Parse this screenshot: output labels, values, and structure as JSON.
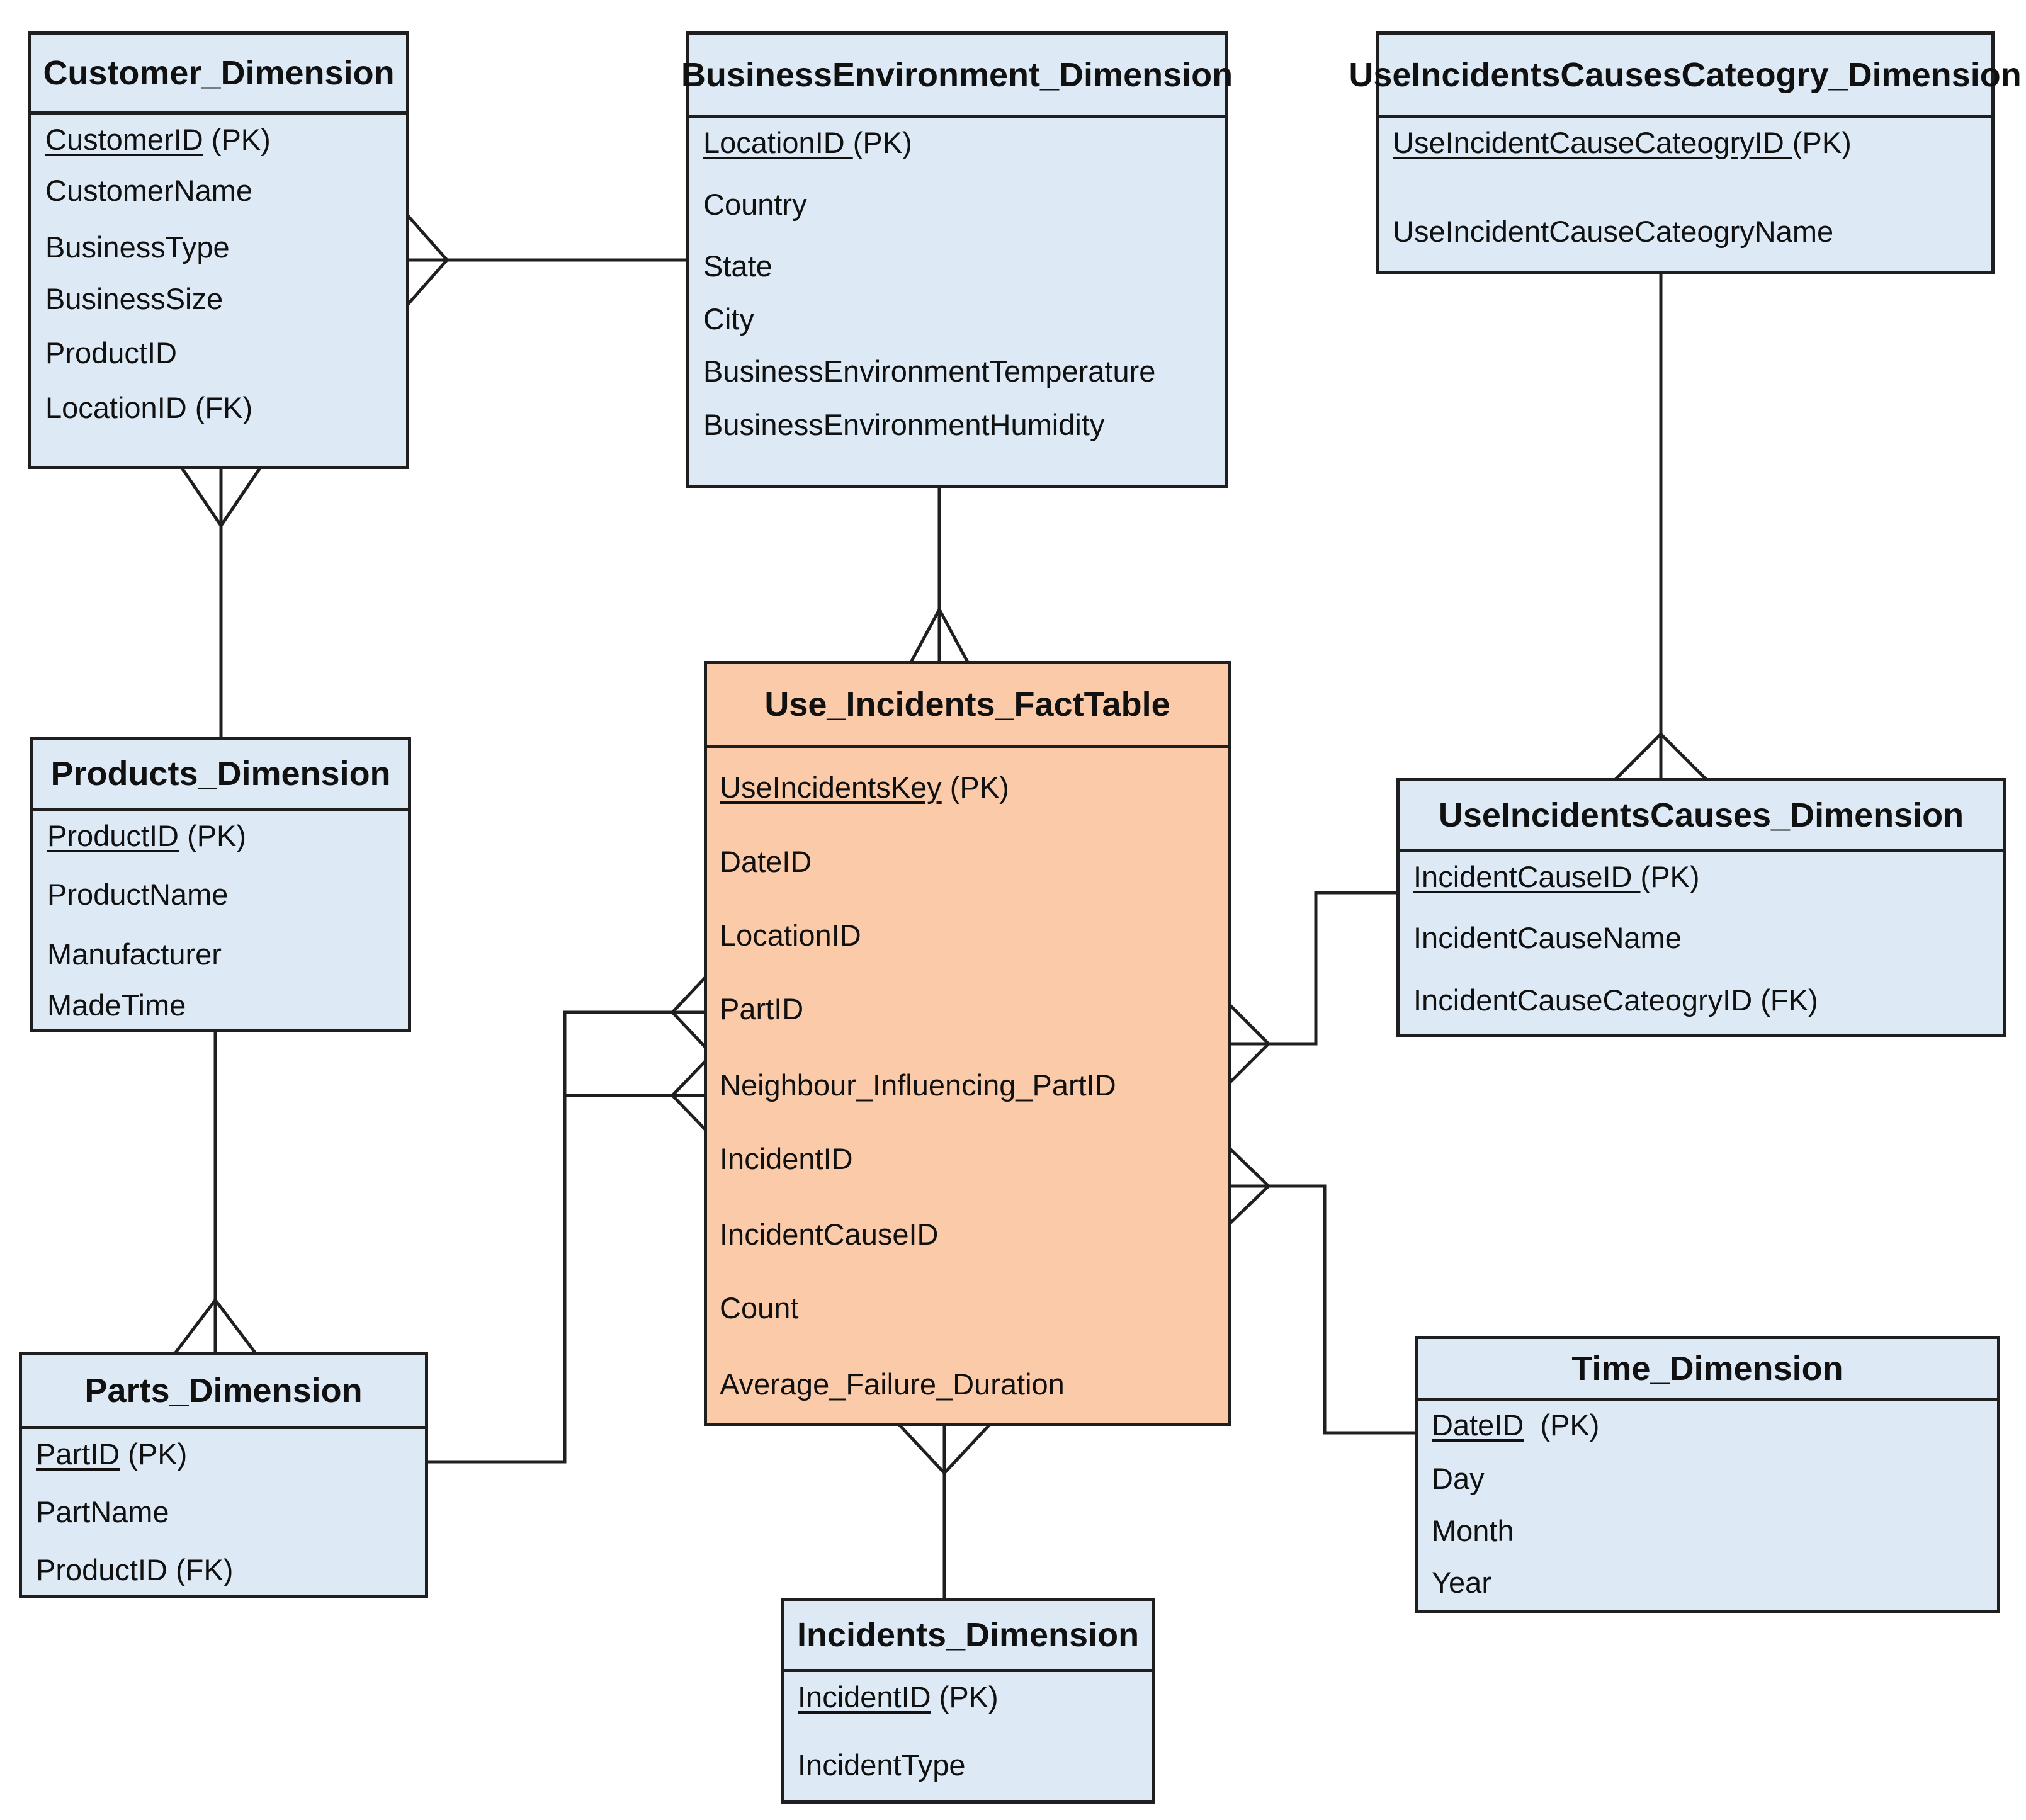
{
  "colors": {
    "dimension_fill": "#ddeaf6",
    "fact_fill": "#fbcaa8",
    "border": "#1f1f1f"
  },
  "entities": {
    "customer": {
      "title": "Customer_Dimension",
      "attrs": [
        {
          "key": "CustomerID",
          "suffix": " (PK)"
        },
        {
          "text": "CustomerName"
        },
        {
          "text": "BusinessType"
        },
        {
          "text": "BusinessSize"
        },
        {
          "text": "ProductID"
        },
        {
          "text": "LocationID (FK)"
        }
      ]
    },
    "business_env": {
      "title": "BusinessEnvironment_Dimension",
      "attrs": [
        {
          "key": "LocationID ",
          "suffix": "(PK)"
        },
        {
          "text": "Country"
        },
        {
          "text": "State"
        },
        {
          "text": "City"
        },
        {
          "text": "BusinessEnvironmentTemperature"
        },
        {
          "text": "BusinessEnvironmentHumidity"
        }
      ]
    },
    "cause_category": {
      "title": "UseIncidentsCausesCateogry_Dimension",
      "attrs": [
        {
          "key": "UseIncidentCauseCateogryID ",
          "suffix": "(PK)"
        },
        {
          "text": "UseIncidentCauseCateogryName"
        }
      ]
    },
    "products": {
      "title": "Products_Dimension",
      "attrs": [
        {
          "key": "ProductID",
          "suffix": " (PK)"
        },
        {
          "text": "ProductName"
        },
        {
          "text": "Manufacturer"
        },
        {
          "text": "MadeTime"
        }
      ]
    },
    "fact": {
      "title": "Use_Incidents_FactTable",
      "attrs": [
        {
          "key": "UseIncidentsKey",
          "suffix": " (PK)"
        },
        {
          "text": "DateID"
        },
        {
          "text": "LocationID"
        },
        {
          "text": "PartID"
        },
        {
          "text": "Neighbour_Influencing_PartID"
        },
        {
          "text": "IncidentID"
        },
        {
          "text": "IncidentCauseID"
        },
        {
          "text": "Count"
        },
        {
          "text": "Average_Failure_Duration"
        }
      ]
    },
    "causes": {
      "title": "UseIncidentsCauses_Dimension",
      "attrs": [
        {
          "key": "IncidentCauseID ",
          "suffix": "(PK)"
        },
        {
          "text": "IncidentCauseName"
        },
        {
          "text": "IncidentCauseCateogryID (FK)"
        }
      ]
    },
    "parts": {
      "title": "Parts_Dimension",
      "attrs": [
        {
          "key": "PartID",
          "suffix": " (PK)"
        },
        {
          "text": "PartName"
        },
        {
          "text": "ProductID (FK)"
        }
      ]
    },
    "time": {
      "title": "Time_Dimension",
      "attrs": [
        {
          "key": "DateID",
          "suffix": "  (PK)"
        },
        {
          "text": "Day"
        },
        {
          "text": "Month"
        },
        {
          "text": "Year"
        }
      ]
    },
    "incidents": {
      "title": "Incidents_Dimension",
      "attrs": [
        {
          "key": "IncidentID",
          "suffix": " (PK)"
        },
        {
          "text": "IncidentType"
        }
      ]
    }
  }
}
